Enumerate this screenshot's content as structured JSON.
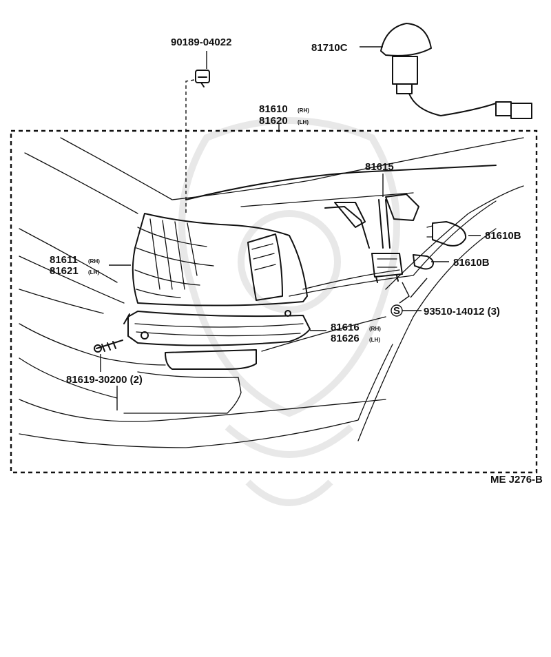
{
  "diagram_code": "ME J276-B",
  "parts": {
    "clip": "90189-04022",
    "side_marker_lamp": "81710C",
    "lamp_assy_rh": "81610",
    "lamp_assy_lh": "81620",
    "lamp_assy_rh_tag": "(RH)",
    "lamp_assy_lh_tag": "(LH)",
    "socket": "81615",
    "bulb_large": "81610B",
    "bulb_small": "81610B",
    "screw_s": "93510-14012 (3)",
    "screw_s_symbol": "S",
    "lens_rh": "81611",
    "lens_lh": "81621",
    "lens_rh_tag": "(RH)",
    "lens_lh_tag": "(LH)",
    "gasket_rh": "81616",
    "gasket_lh": "81626",
    "gasket_rh_tag": "(RH)",
    "gasket_lh_tag": "(LH)",
    "tapping_screw": "81619-30200 (2)"
  }
}
